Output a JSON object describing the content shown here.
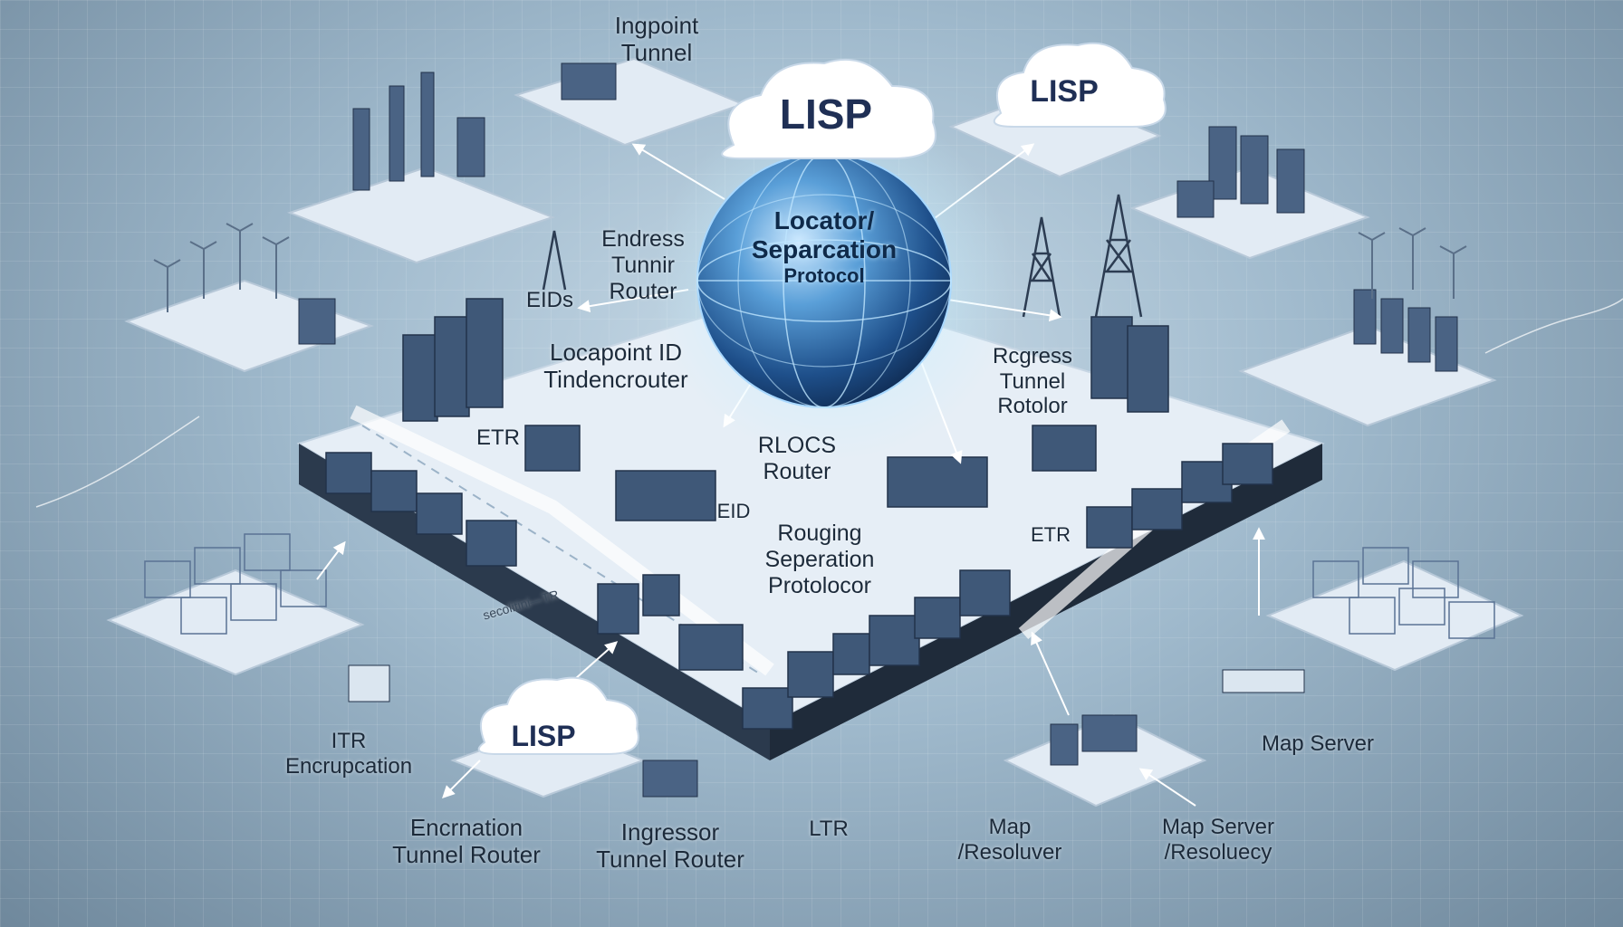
{
  "clouds": {
    "top_center": "LISP",
    "top_right": "LISP",
    "bottom_left": "LISP"
  },
  "globe": {
    "line1": "Locator/",
    "line2": "Separcation",
    "line3": "Protocol"
  },
  "labels": {
    "top_tunnel": [
      "Ingpoint",
      "Tunnel"
    ],
    "endress": [
      "Endress",
      "Tunnir",
      "Router"
    ],
    "eids": "EIDs",
    "locapoint": [
      "Locapoint ID",
      "Tindencrouter"
    ],
    "etr_left": "ETR",
    "rlocs": [
      "RLOCS",
      "Router"
    ],
    "eid": "EID",
    "rouging": [
      "Rouging",
      "Seperation",
      "Protolocor"
    ],
    "rcgress": [
      "Rcgress",
      "Tunnel",
      "Rotolor"
    ],
    "etr_right": "ETR",
    "encapsulation_road": "secolitini—TR",
    "itr": [
      "ITR",
      "Encrupcation"
    ],
    "encrnation": [
      "Encrnation",
      "Tunnel Router"
    ],
    "ingressor": [
      "Ingressor",
      "Tunnel Router"
    ],
    "ltr": "LTR",
    "map_resolver": [
      "Map",
      "/Resoluver"
    ],
    "map_server_resolver": [
      "Map Server",
      "/Resoluecy"
    ],
    "map_server": "Map Server"
  },
  "colors": {
    "platform_top": "#e6eef6",
    "platform_side": "#2b3a4d",
    "building": "#3f5878",
    "globe": "#2f6fb0"
  }
}
